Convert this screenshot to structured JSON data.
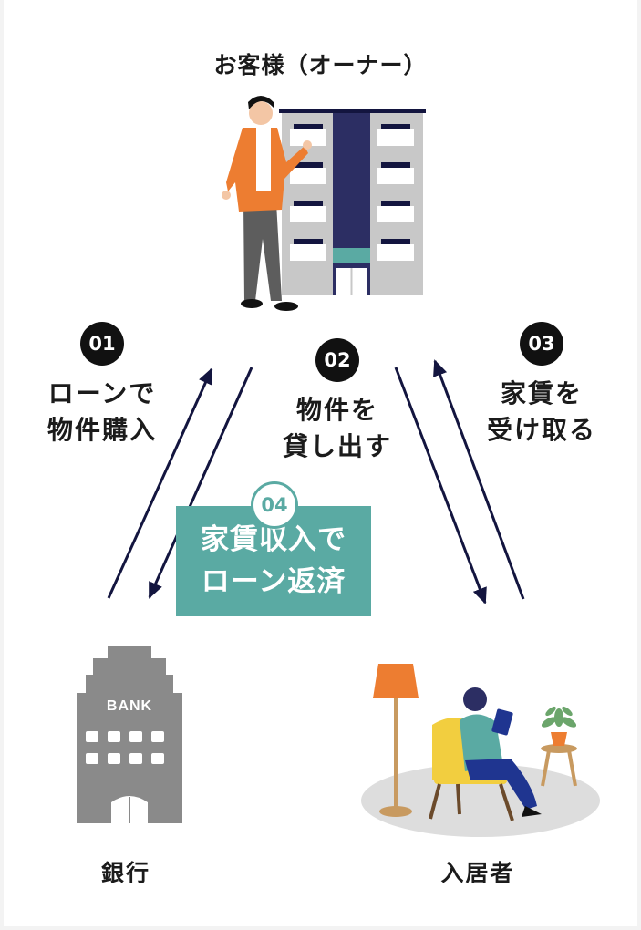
{
  "owner_title": "お客様（オーナー）",
  "steps": [
    {
      "number": "01",
      "lines": [
        "ローンで",
        "物件購入"
      ]
    },
    {
      "number": "02",
      "lines": [
        "物件を",
        "貸し出す"
      ]
    },
    {
      "number": "03",
      "lines": [
        "家賃を",
        "受け取る"
      ]
    },
    {
      "number": "04",
      "lines": [
        "家賃収入で",
        "ローン返済"
      ]
    }
  ],
  "bank": {
    "label": "銀行",
    "sign": "BANK"
  },
  "tenant": {
    "label": "入居者"
  },
  "colors": {
    "accent": "#5aaaa3",
    "navy": "#13153f",
    "jacket": "#ed7d31",
    "building": "#c8c8c8"
  }
}
